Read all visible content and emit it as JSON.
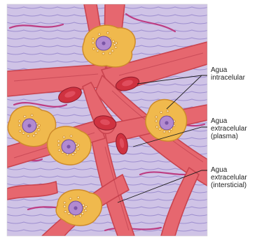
{
  "colors": {
    "tissue": "#cfc3e6",
    "fiber": "#9e8fcf",
    "strand": "#bd3d83",
    "vessel": "#e6676f",
    "vessel_edge": "#c9444f",
    "rbc": "#cf3240",
    "cell": "#f0b94d",
    "cell_edge": "#cd8a2c",
    "nucleus": "#b28ad0",
    "leader": "#1b1b1b"
  },
  "labels": {
    "intracellular": [
      "Agua",
      "intracelular"
    ],
    "plasma": [
      "Agua",
      "extracelular",
      "(plasma)"
    ],
    "interstitial": [
      "Agua",
      "extracelular",
      "(intersticial)"
    ]
  }
}
